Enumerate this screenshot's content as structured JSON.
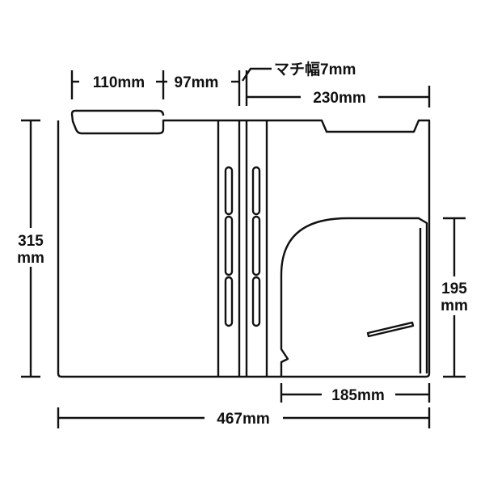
{
  "dimensions": {
    "tab_width": "110mm",
    "gap_width": "97mm",
    "gusset_label": "マチ幅7mm",
    "right_width": "230mm",
    "height_value": "315",
    "height_unit": "mm",
    "pocket_height_value": "195",
    "pocket_height_unit": "mm",
    "pocket_width": "185mm",
    "total_width": "467mm"
  },
  "colors": {
    "line": "#111111",
    "background": "#ffffff"
  }
}
